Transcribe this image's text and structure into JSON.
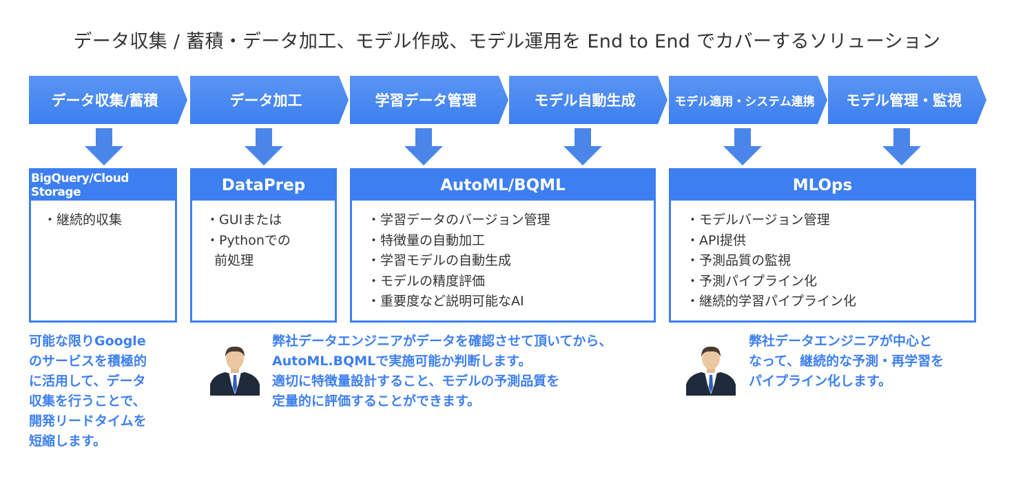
{
  "title": "データ収集 / 蓄積・データ加工、モデル作成、モデル運用を End to End でカバーするソリューション",
  "colors": {
    "accent": "#3d7ff0",
    "text": "#333333",
    "note": "#3d7ff0",
    "arrow": "#4a86ea"
  },
  "steps": [
    {
      "label": "データ収集/蓄積"
    },
    {
      "label": "データ加工"
    },
    {
      "label": "学習データ管理"
    },
    {
      "label": "モデル自動生成"
    },
    {
      "label": "モデル適用・システム連携"
    },
    {
      "label": "モデル管理・監視"
    }
  ],
  "panels": [
    {
      "title": "BigQuery/Cloud Storage",
      "items": [
        "・継続的収集"
      ]
    },
    {
      "title": "DataPrep",
      "items": [
        "・GUIまたは",
        "・Pythonでの",
        "  前処理"
      ]
    },
    {
      "title": "AutoML/BQML",
      "items": [
        "・学習データのバージョン管理",
        "・特徴量の自動加工",
        "・学習モデルの自動生成",
        "・モデルの精度評価",
        "・重要度など説明可能なAI"
      ]
    },
    {
      "title": "MLOps",
      "items": [
        "・モデルバージョン管理",
        "・API提供",
        "・予測品質の監視",
        "・予測パイプライン化",
        "・継続的学習パイプライン化"
      ]
    }
  ],
  "notes": {
    "left": "可能な限りGoogle\nのサービスを積極的\nに活用して、データ\n収集を行うことで、\n開発リードタイムを\n短縮します。",
    "center": "弊社データエンジニアがデータを確認させて頂いてから、\nAutoML.BQMLで実施可能か判断します。\n適切に特徴量設計すること、モデルの予測品質を\n定量的に評価することができます。",
    "right": "弊社データエンジニアが中心と\nなって、継続的な予測・再学習を\nパイプライン化します。"
  },
  "icons": {
    "person": "businessman-icon",
    "arrow": "arrow-down-icon"
  }
}
